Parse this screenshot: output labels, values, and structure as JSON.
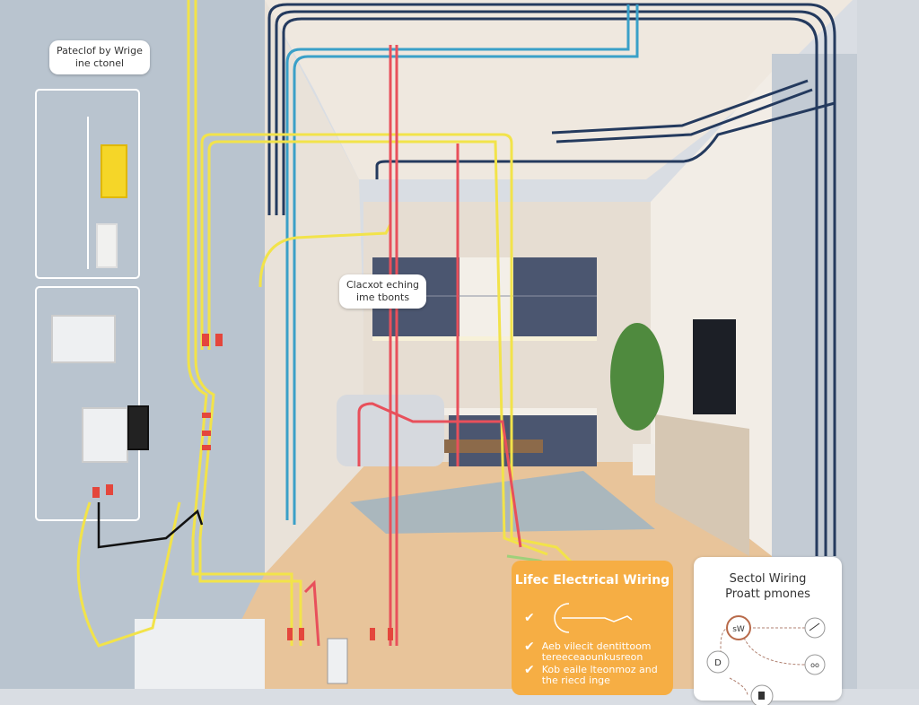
{
  "callouts": {
    "top_left": {
      "line1": "Pateclof by Wrige",
      "line2": "ine ctonel"
    },
    "center": {
      "line1": "Clacxot eching",
      "line2": "ime tbonts"
    }
  },
  "orange_card": {
    "title": "Lifec Electrical Wiring",
    "items": [
      {
        "icon": "check-icon",
        "text": ""
      },
      {
        "icon": "check-icon",
        "text": "Aeb vilecit dentittoom tereeceaounkusreon"
      },
      {
        "icon": "check-icon",
        "text": "Kob eaile lteonmoz and the riecd inge"
      }
    ],
    "background": "#f6ae44"
  },
  "white_card": {
    "title_line1": "Sectol Wiring",
    "title_line2": "Proatt pmones",
    "nodes": [
      {
        "icon": "switch-icon",
        "label": "sW"
      },
      {
        "icon": "tool-icon",
        "label": ""
      },
      {
        "icon": "outlet-icon",
        "label": "D"
      },
      {
        "icon": "plug-icon",
        "label": "oo"
      },
      {
        "icon": "lamp-icon",
        "label": ""
      }
    ]
  },
  "colors": {
    "wire_navy": "#243a5e",
    "wire_blue": "#3aa0c8",
    "wire_yellow": "#f2e34a",
    "wire_red": "#e8505b",
    "wire_green": "#9fd07a",
    "wall_left": "#b9c4cf",
    "floor": "#e8c49a"
  }
}
